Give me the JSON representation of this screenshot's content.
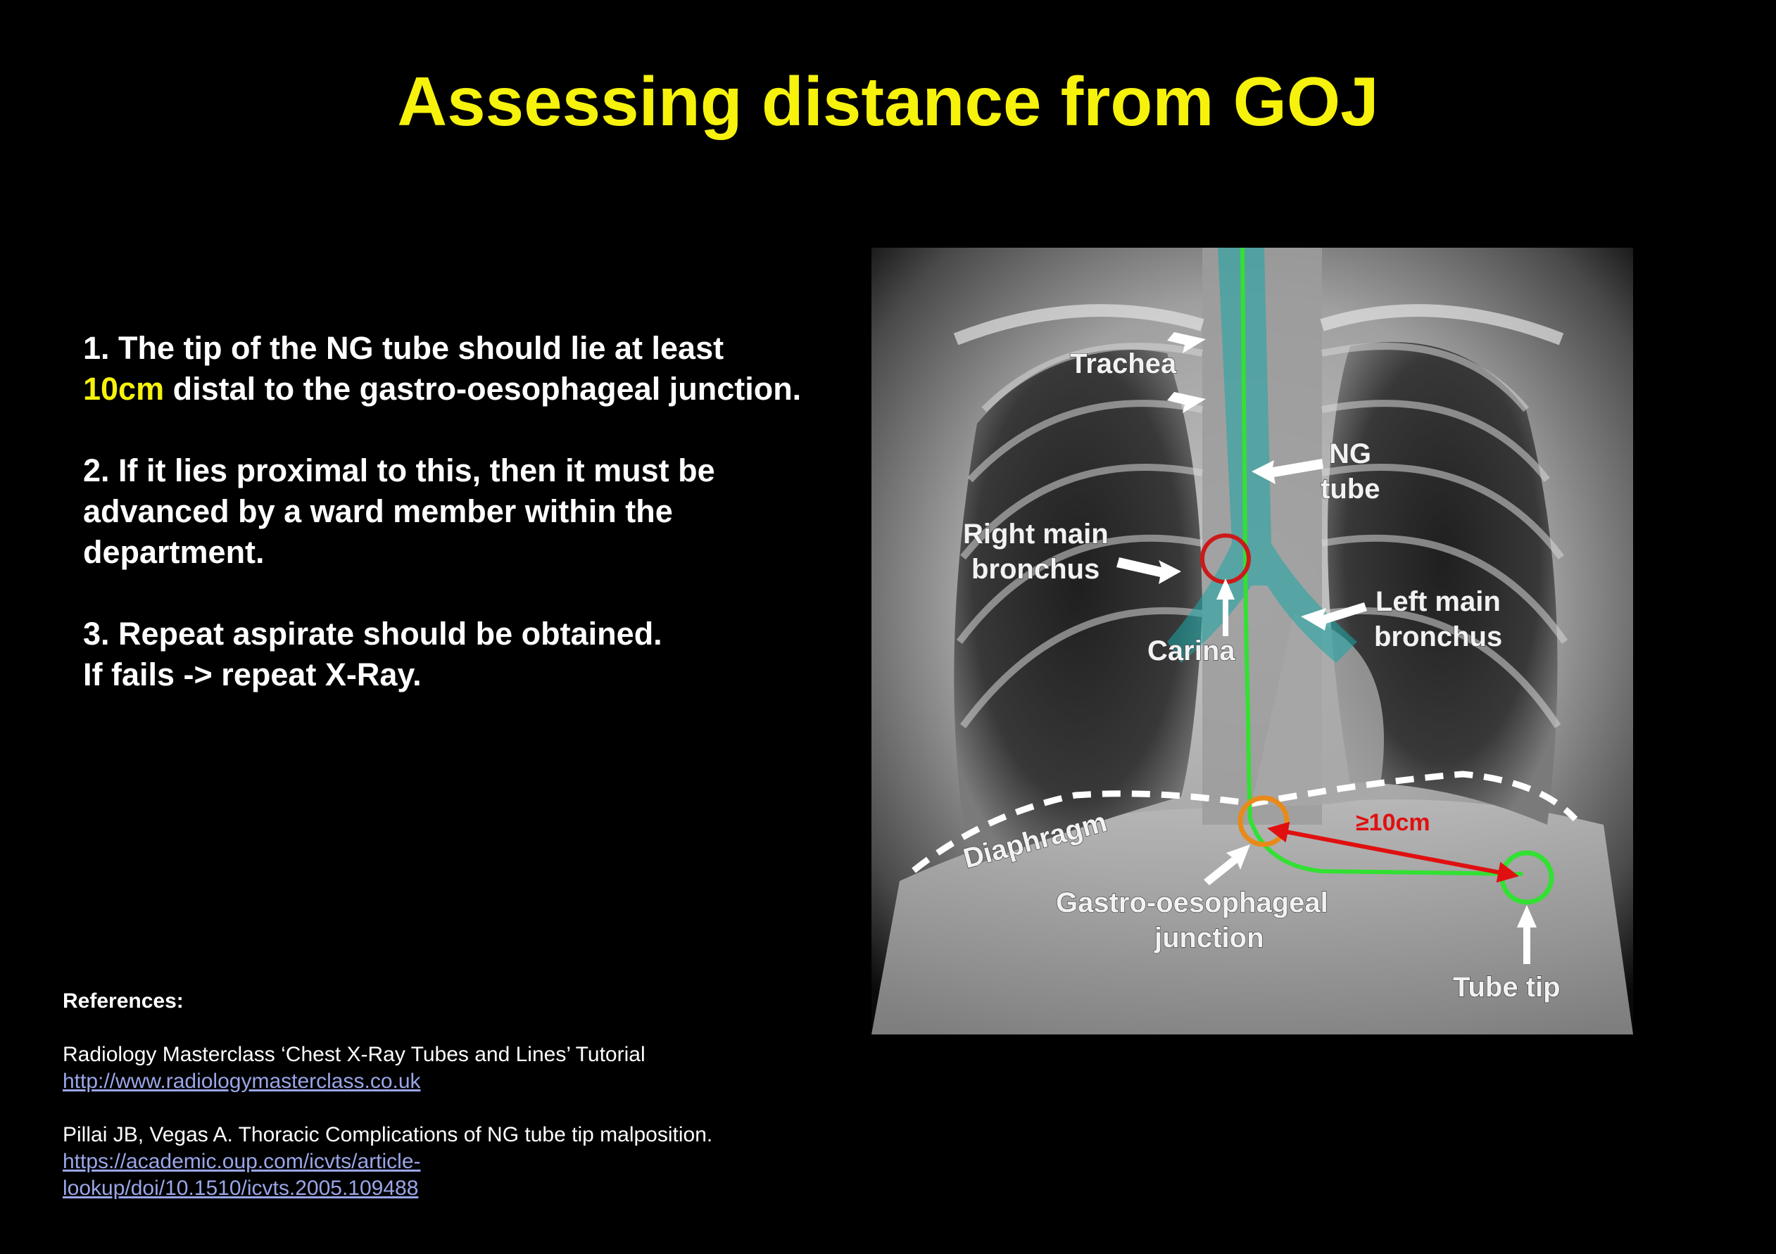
{
  "slide": {
    "title": "Assessing distance from GOJ",
    "points": {
      "p1_pre": "1. The tip of the NG tube should lie at least",
      "p1_highlight": "10cm",
      "p1_post": "distal to the gastro-oesophageal junction.",
      "p2": "2. If it lies proximal to this, then it must be advanced by a ward member within the department.",
      "p3_line1": "3. Repeat aspirate should be obtained.",
      "p3_line2": "If fails -> repeat X-Ray."
    },
    "references": {
      "heading": "References:",
      "ref1_text": "Radiology Masterclass ‘Chest X-Ray Tubes and Lines’ Tutorial",
      "ref1_link": "http://www.radiologymasterclass.co.uk",
      "ref2_text": "Pillai JB, Vegas A. Thoracic Complications of NG tube tip malposition.",
      "ref2_link_line1": "https://academic.oup.com/icvts/article-",
      "ref2_link_line2": "lookup/doi/10.1510/icvts.2005.109488"
    }
  },
  "xray": {
    "labels": {
      "trachea": "Trachea",
      "ng_line1": "NG",
      "ng_line2": "tube",
      "rmb_line1": "Right main",
      "rmb_line2": "bronchus",
      "lmb_line1": "Left main",
      "lmb_line2": "bronchus",
      "carina": "Carina",
      "diaphragm": "Diaphragm",
      "goj_line1": "Gastro-oesophageal",
      "goj_line2": "junction",
      "tube_tip": "Tube tip",
      "distance": "≥10cm"
    },
    "colors": {
      "title_yellow": "#f6f20c",
      "ng_tube_green": "#33e033",
      "carina_circle": "#cc1a1a",
      "goj_circle": "#e88a1a",
      "tip_circle": "#33e033",
      "distance_arrow": "#e01010",
      "airway_teal": "#1aa6a6",
      "link_blue": "#9aa6e8"
    }
  }
}
